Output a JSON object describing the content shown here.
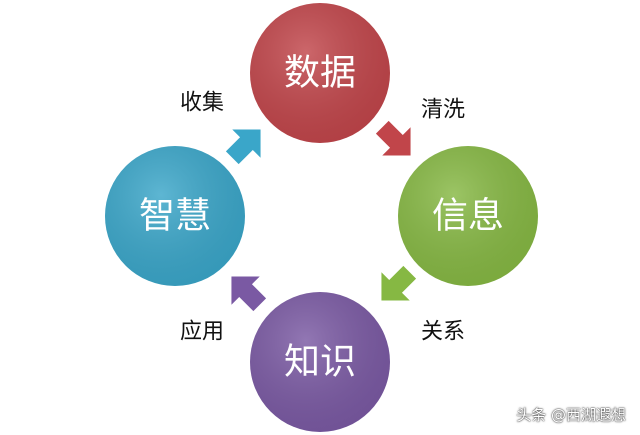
{
  "nodes": {
    "data": {
      "label": "数据",
      "color": "#c1454a"
    },
    "information": {
      "label": "信息",
      "color": "#86b843"
    },
    "knowledge": {
      "label": "知识",
      "color": "#7a59a3"
    },
    "wisdom": {
      "label": "智慧",
      "color": "#3aa6c9"
    }
  },
  "edges": {
    "data_to_information": {
      "label": "清洗",
      "color": "#c1454a"
    },
    "information_to_knowledge": {
      "label": "关系",
      "color": "#86b843"
    },
    "knowledge_to_wisdom": {
      "label": "应用",
      "color": "#7a59a3"
    },
    "wisdom_to_data": {
      "label": "收集",
      "color": "#3aa6c9"
    }
  },
  "watermark": "头条 @西湖遐想"
}
